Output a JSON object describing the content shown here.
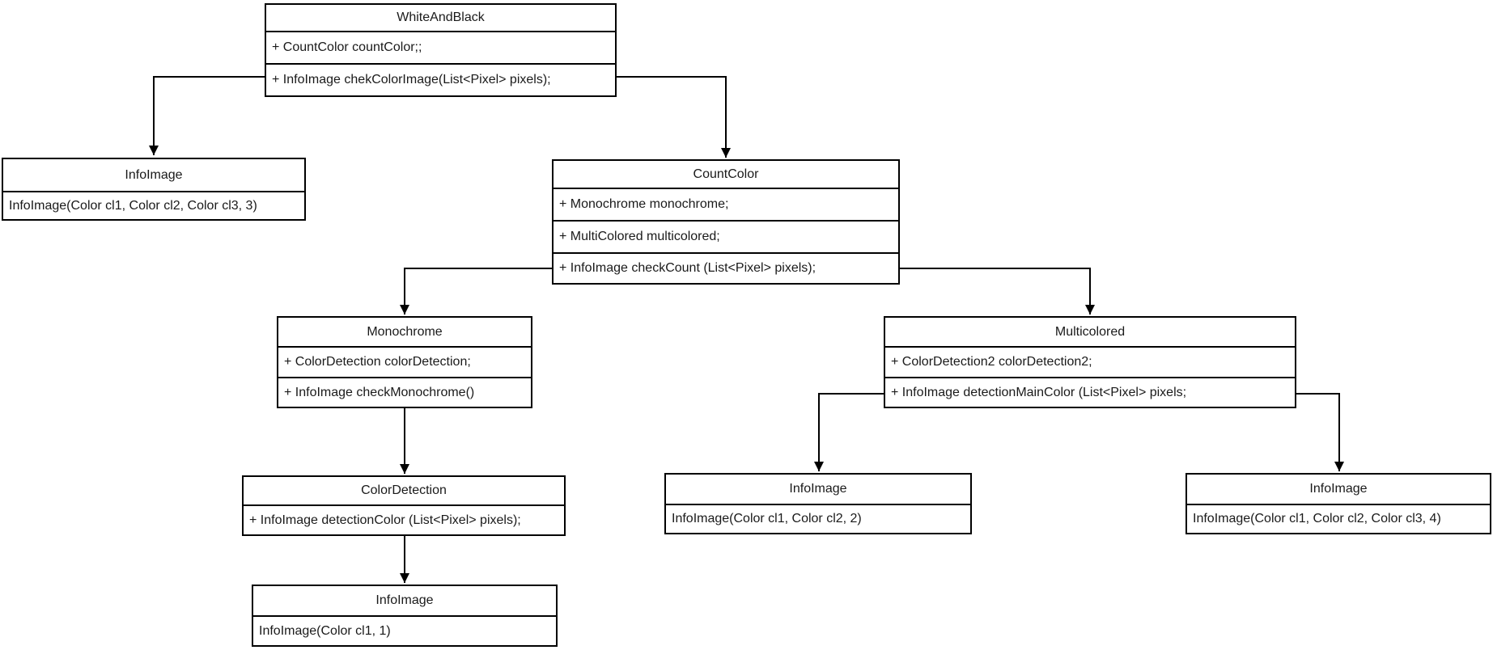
{
  "diagram": {
    "kind": "uml-class-diagram",
    "colors": {
      "background": "#ffffff",
      "box_fill": "#ffffff",
      "stroke": "#000000",
      "text": "#1a1a1a"
    },
    "classes": [
      {
        "name": "WhiteAndBlack",
        "members": [
          "+ CountColor countColor;;",
          "+ InfoImage chekColorImage(List<Pixel> pixels);"
        ]
      },
      {
        "name": "InfoImage",
        "members": [
          "InfoImage(Color cl1, Color cl2, Color cl3, 3)"
        ]
      },
      {
        "name": "CountColor",
        "members": [
          "+ Monochrome monochrome;",
          "+ MultiColored multicolored;",
          "+ InfoImage checkCount (List<Pixel> pixels);"
        ]
      },
      {
        "name": "Monochrome",
        "members": [
          "+ ColorDetection colorDetection;",
          "+ InfoImage checkMonochrome()"
        ]
      },
      {
        "name": "Multicolored",
        "members": [
          "+ ColorDetection2 colorDetection2;",
          "+ InfoImage detectionMainColor (List<Pixel> pixels;"
        ]
      },
      {
        "name": "ColorDetection",
        "members": [
          "+ InfoImage detectionColor (List<Pixel> pixels);"
        ]
      },
      {
        "name": "InfoImage",
        "members": [
          "InfoImage(Color cl1, Color cl2, 2)"
        ]
      },
      {
        "name": "InfoImage",
        "members": [
          "InfoImage(Color cl1, Color cl2, Color cl3, 4)"
        ]
      },
      {
        "name": "InfoImage",
        "members": [
          "InfoImage(Color cl1, 1)"
        ]
      }
    ],
    "relations": [
      {
        "from": "WhiteAndBlack",
        "to": "InfoImage(Color cl1, Color cl2, Color cl3, 3)"
      },
      {
        "from": "WhiteAndBlack",
        "to": "CountColor"
      },
      {
        "from": "CountColor",
        "to": "Monochrome"
      },
      {
        "from": "CountColor",
        "to": "Multicolored"
      },
      {
        "from": "Monochrome",
        "to": "ColorDetection"
      },
      {
        "from": "ColorDetection",
        "to": "InfoImage(Color cl1, 1)"
      },
      {
        "from": "Multicolored",
        "to": "InfoImage(Color cl1, Color cl2, 2)"
      },
      {
        "from": "Multicolored",
        "to": "InfoImage(Color cl1, Color cl2, Color cl3, 4)"
      }
    ]
  }
}
